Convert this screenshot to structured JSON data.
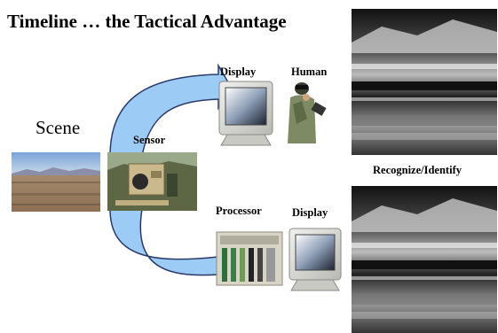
{
  "title": "Timeline … the Tactical Advantage",
  "labels": {
    "scene": "Scene",
    "sensor": "Sensor",
    "display_top": "Display",
    "human": "Human",
    "processor": "Processor",
    "display_bottom": "Display",
    "recognize": "Recognize/Identify"
  },
  "colors": {
    "arrow_fill": "#9ccbf5",
    "arrow_stroke": "#2a3a6a"
  }
}
